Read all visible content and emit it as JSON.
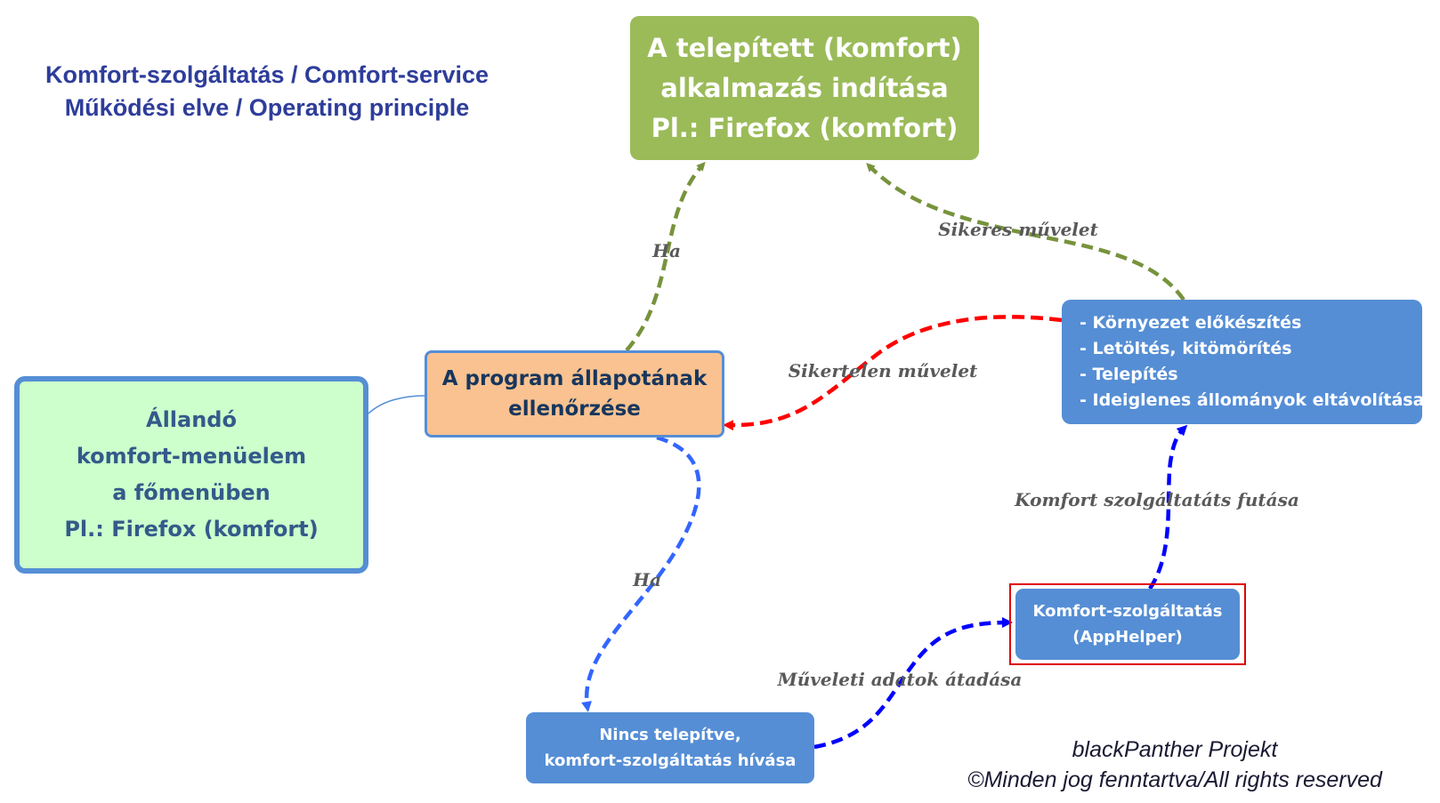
{
  "title": {
    "line1": "Komfort-szolgáltatás / Comfort-service",
    "line2": "Működési elve / Operating principle"
  },
  "nodes": {
    "launch": {
      "lines": [
        "A telepített (komfort)",
        "alkalmazás indítása",
        "Pl.: Firefox (komfort)"
      ],
      "color": "#9bbb59"
    },
    "menu": {
      "lines": [
        "Állandó",
        "komfort-menüelem",
        "a főmenüben",
        "Pl.: Firefox (komfort)"
      ],
      "color": "#ccffcc"
    },
    "check": {
      "lines": [
        "A program állapotának",
        "ellenőrzése"
      ],
      "color": "#f9c290"
    },
    "steps": {
      "lines": [
        "- Környezet előkészítés",
        "- Letöltés, kitömörítés",
        "- Telepítés",
        "- Ideiglenes állományok eltávolítása"
      ],
      "color": "#558ed5"
    },
    "service": {
      "lines": [
        "Komfort-szolgáltatás",
        "(AppHelper)"
      ],
      "color": "#558ed5",
      "highlight": "#e00000"
    },
    "not_installed": {
      "lines": [
        "Nincs telepítve,",
        "komfort-szolgáltatás hívása"
      ],
      "color": "#558ed5"
    }
  },
  "edges": {
    "check_to_launch": {
      "label": "Ha",
      "color": "#77933c"
    },
    "steps_to_launch": {
      "label": "Sikeres művelet",
      "color": "#77933c"
    },
    "steps_to_check": {
      "label": "Sikertelen művelet",
      "color": "#ff0000"
    },
    "check_to_notinstalled": {
      "label": "Ha",
      "color": "#3366ff"
    },
    "notinstalled_to_service": {
      "label": "Műveleti adatok átadása",
      "color": "#0000ff"
    },
    "service_to_steps": {
      "label": "Komfort szolgáltatáts futása",
      "color": "#0000ff"
    },
    "menu_to_check": {
      "color": "#558ed5"
    }
  },
  "footer": {
    "line1": "blackPanther Projekt",
    "line2": "©Minden jog fenntartva/All rights reserved"
  }
}
